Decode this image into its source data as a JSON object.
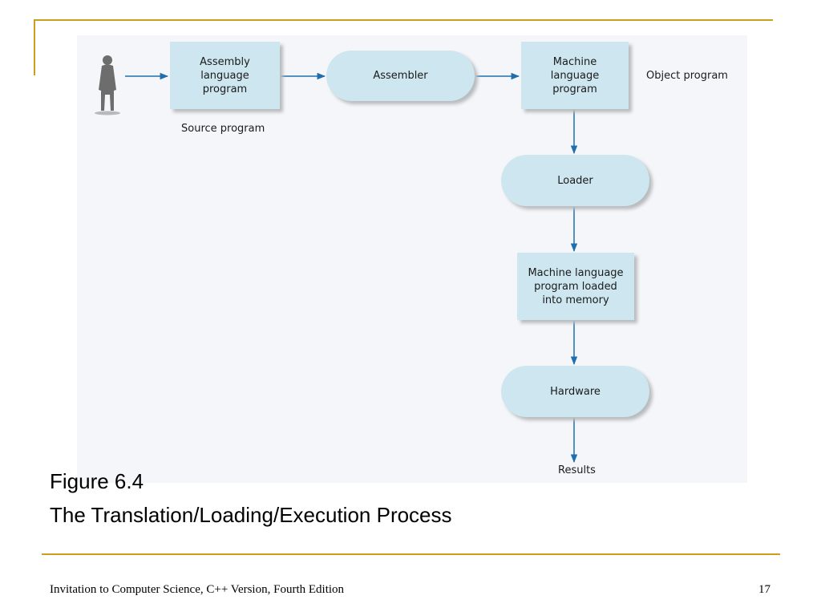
{
  "diagram": {
    "nodes": {
      "source": "Assembly\nlanguage\nprogram",
      "assembler": "Assembler",
      "machine": "Machine\nlanguage\nprogram",
      "loader": "Loader",
      "loaded": "Machine language\nprogram loaded\ninto memory",
      "hardware": "Hardware"
    },
    "labels": {
      "source_program": "Source program",
      "object_program": "Object program",
      "results": "Results"
    },
    "colors": {
      "node_fill": "#cde6ef",
      "arrow": "#1f6fae",
      "accent_line": "#cc9e1c"
    }
  },
  "caption": {
    "line1": "Figure 6.4",
    "line2": "The Translation/Loading/Execution Process"
  },
  "footer": {
    "book": "Invitation to Computer Science, C++ Version, Fourth Edition",
    "page": "17"
  }
}
